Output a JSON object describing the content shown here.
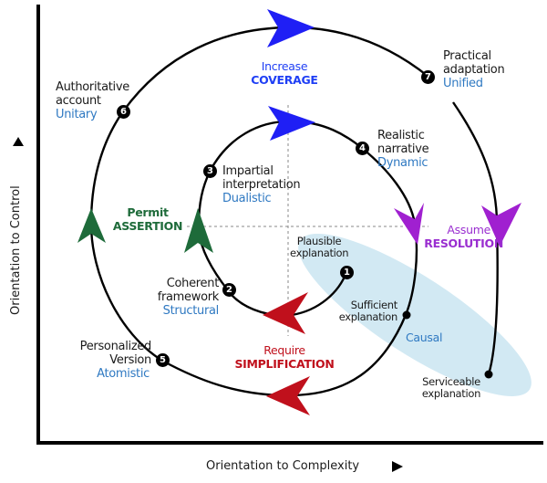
{
  "axes": {
    "x_label": "Orientation to Complexity",
    "y_label": "Orientation to Control",
    "x_arrow_icon": "triangle-right",
    "y_arrow_icon": "triangle-up"
  },
  "colors": {
    "coverage": "#1f1ff5",
    "resolution": "#a020d0",
    "simplification": "#c0101c",
    "assertion": "#1e6b3a",
    "subtitle": "#2f79c2",
    "causal_zone": "#d2e9f3"
  },
  "phases": {
    "coverage": {
      "verb": "Increase",
      "noun": "COVERAGE"
    },
    "resolution": {
      "verb": "Assume",
      "noun": "RESOLUTION"
    },
    "simplification": {
      "verb": "Require",
      "noun": "SIMPLIFICATION"
    },
    "assertion": {
      "verb": "Permit",
      "noun": "ASSERTION"
    }
  },
  "stages": [
    {
      "number": "1",
      "title_line1": "Plausible",
      "title_line2": "explanation",
      "mode": ""
    },
    {
      "number": "2",
      "title_line1": "Coherent",
      "title_line2": "framework",
      "mode": "Structural"
    },
    {
      "number": "3",
      "title_line1": "Impartial",
      "title_line2": "interpretation",
      "mode": "Dualistic"
    },
    {
      "number": "4",
      "title_line1": "Realistic",
      "title_line2": "narrative",
      "mode": "Dynamic"
    },
    {
      "number": "5",
      "title_line1": "Personalized",
      "title_line2": "Version",
      "mode": "Atomistic"
    },
    {
      "number": "6",
      "title_line1": "Authoritative",
      "title_line2": "account",
      "mode": "Unitary"
    },
    {
      "number": "7",
      "title_line1": "Practical",
      "title_line2": "adaptation",
      "mode": "Unified"
    }
  ],
  "causal_zone": {
    "label": "Causal",
    "points": [
      {
        "line1": "Sufficient",
        "line2": "explanation"
      },
      {
        "line1": "Serviceable",
        "line2": "explanation"
      }
    ]
  }
}
